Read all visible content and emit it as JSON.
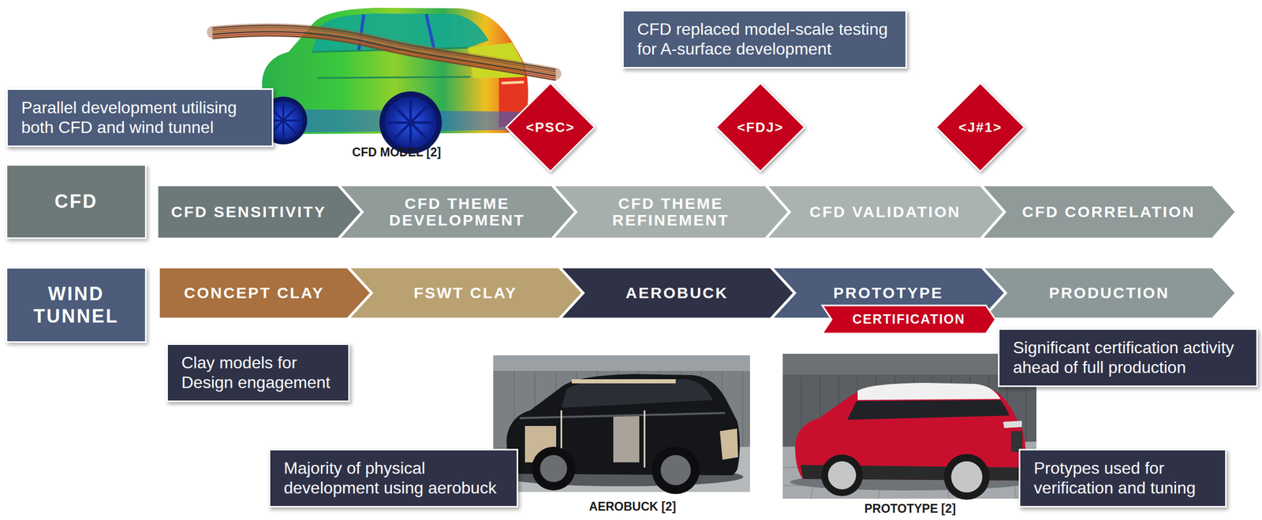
{
  "diagram": {
    "nodes": [
      {
        "text": [
          "Parallel development utilising both CFD and wind tunnel"
        ]
      },
      {
        "text": [
          "CFD replaced model-scale testing for A-surface development"
        ]
      },
      {
        "text": [
          "<PSC>"
        ]
      },
      {
        "text": [
          "<FDJ>"
        ]
      },
      {
        "text": [
          "<J#1>"
        ]
      },
      {
        "text": [
          "CFD"
        ]
      },
      {
        "text": [
          "CFD SENSITIVITY"
        ]
      },
      {
        "text": [
          "CFD THEME DEVELOPMENT"
        ]
      },
      {
        "text": [
          "CFD THEME REFINEMENT"
        ]
      },
      {
        "text": [
          "CFD VALIDATION"
        ]
      },
      {
        "text": [
          "CFD CORRELATION"
        ]
      },
      {
        "text": [
          "WIND TUNNEL"
        ]
      },
      {
        "text": [
          "CONCEPT CLAY"
        ]
      },
      {
        "text": [
          "FSWT CLAY"
        ]
      },
      {
        "text": [
          "AEROBUCK"
        ]
      },
      {
        "text": [
          "PROTOTYPE"
        ]
      },
      {
        "text": [
          "PRODUCTION"
        ]
      },
      {
        "text": [
          "CERTIFICATION"
        ]
      },
      {
        "text": [
          "Clay models for Design engagement"
        ]
      },
      {
        "text": [
          "Significant certification activity ahead of full production"
        ]
      },
      {
        "text": [
          "Majority of physical development using aerobuck"
        ]
      },
      {
        "text": [
          "Protypes used for verification and tuning"
        ]
      }
    ],
    "labels": [
      "CFD MODEL [2]",
      "AEROBUCK [2]",
      "PROTOTYPE [2]"
    ]
  }
}
